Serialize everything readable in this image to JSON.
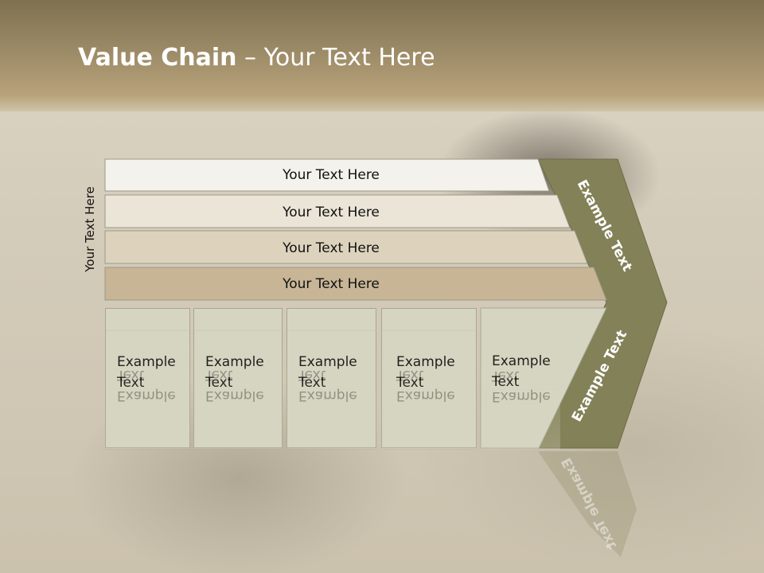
{
  "slide": {
    "title_bold": "Value Chain",
    "title_rest": " – Your Text Here",
    "side_label": "Your Text Here"
  },
  "rows": [
    {
      "label": "Your Text Here",
      "color": "#f4f2ec"
    },
    {
      "label": "Your Text Here",
      "color": "#ebe5d8"
    },
    {
      "label": "Your Text Here",
      "color": "#ddd3bd"
    },
    {
      "label": "Your Text Here",
      "color": "#c7b596"
    }
  ],
  "columns": [
    {
      "line1": "Example",
      "line2": "Text"
    },
    {
      "line1": "Example",
      "line2": "Text"
    },
    {
      "line1": "Example",
      "line2": "Text"
    },
    {
      "line1": "Example",
      "line2": "Text"
    },
    {
      "line1": "Example",
      "line2": "Text"
    }
  ],
  "chevron": {
    "upper_label": "Example Text",
    "lower_label": "Example Text",
    "color": "#838158"
  }
}
